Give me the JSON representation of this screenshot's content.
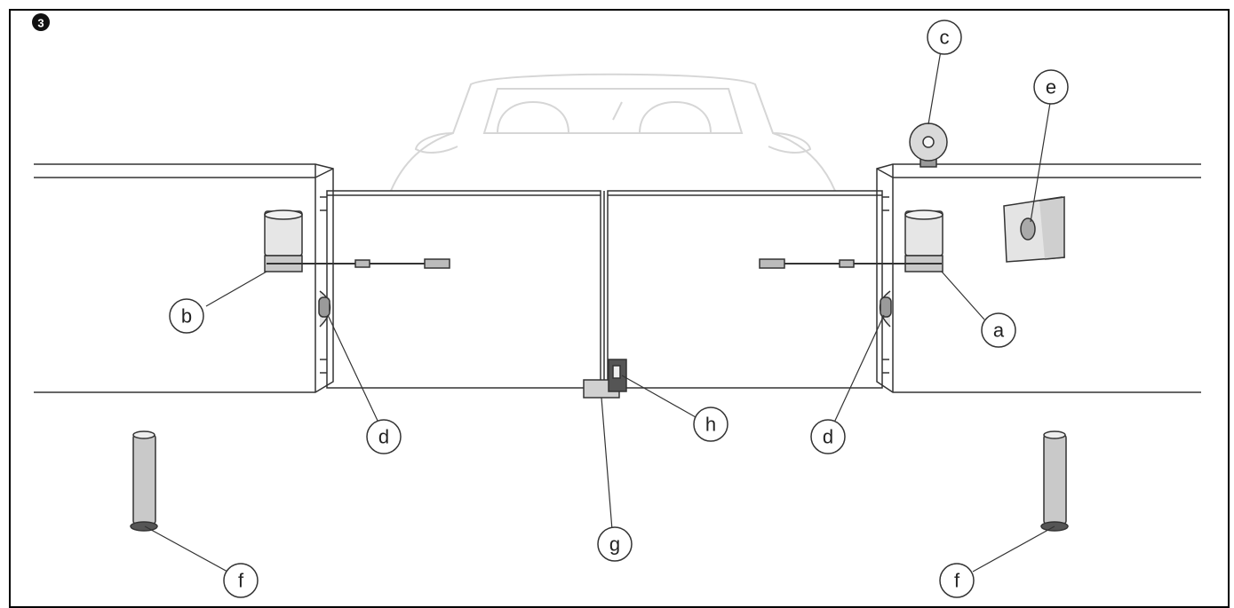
{
  "figure_number": "3",
  "callouts": {
    "a": "a",
    "b": "b",
    "c": "c",
    "d_left": "d",
    "d_right": "d",
    "e": "e",
    "f_left": "f",
    "f_right": "f",
    "g": "g",
    "h": "h"
  },
  "colors": {
    "line": "#333333",
    "car_outline": "#d4d4d4",
    "device_fill": "#bdbdbd",
    "light_fill": "#e2e2e2"
  }
}
